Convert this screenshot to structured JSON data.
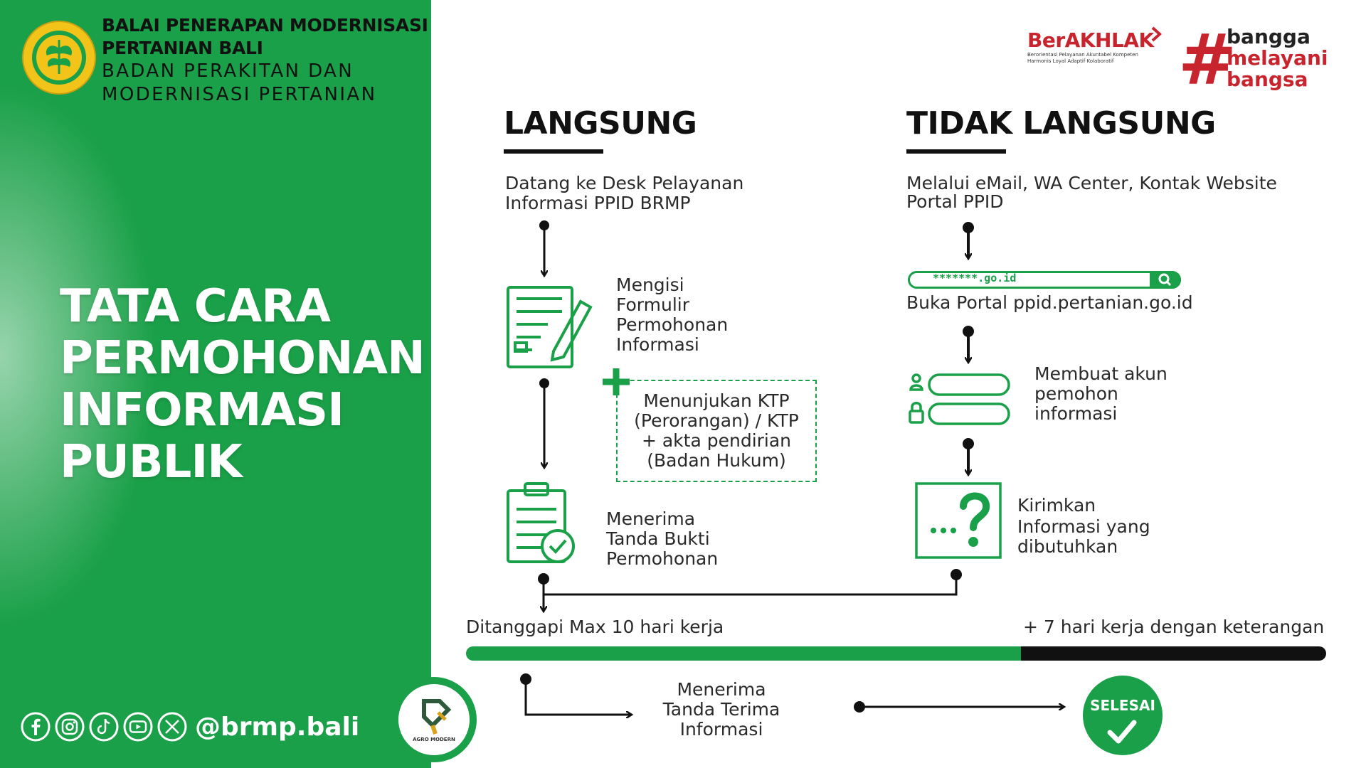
{
  "header": {
    "org_line_1": "BALAI PENERAPAN MODERNISASI",
    "org_line_2": "PERTANIAN BALI",
    "org_line_3": "BADAN PERAKITAN DAN",
    "org_line_4": "MODERNISASI PERTANIAN"
  },
  "title": {
    "line_1": "TATA CARA",
    "line_2": "PERMOHONAN",
    "line_3": "INFORMASI",
    "line_4": "PUBLIK"
  },
  "social": {
    "icons": [
      "facebook-icon",
      "instagram-icon",
      "tiktok-icon",
      "youtube-icon",
      "x-icon"
    ],
    "handle": "@brmp.bali"
  },
  "badges": {
    "agro_label": "AGRO MODERN",
    "berakhlak": "BerAKHLAK",
    "berakhlak_sub_1": "Berorientasi Pelayanan Akuntabel Kompeten",
    "berakhlak_sub_2": "Harmonis Loyal Adaptif Kolaboratif",
    "bangga_1": "bangga",
    "bangga_2": "melayani",
    "bangga_3": "bangsa"
  },
  "langsung": {
    "heading": "LANGSUNG",
    "step_1_line_1": "Datang ke Desk Pelayanan",
    "step_1_line_2": "Informasi PPID BRMP",
    "step_2_line_1": "Mengisi",
    "step_2_line_2": "Formulir",
    "step_2_line_3": "Permohonan",
    "step_2_line_4": "Informasi",
    "ktp_line_1": "Menunjukan KTP",
    "ktp_line_2": "(Perorangan) / KTP",
    "ktp_line_3": "+ akta pendirian",
    "ktp_line_4": "(Badan Hukum)",
    "step_3_line_1": "Menerima",
    "step_3_line_2": "Tanda Bukti",
    "step_3_line_3": "Permohonan"
  },
  "tidak_langsung": {
    "heading": "TIDAK LANGSUNG",
    "step_1_line_1": "Melalui eMail, WA Center, Kontak Website",
    "step_1_line_2": "Portal PPID",
    "search_text": "*******.go.id",
    "step_2": "Buka Portal ppid.pertanian.go.id",
    "step_3_line_1": "Membuat akun",
    "step_3_line_2": "pemohon",
    "step_3_line_3": "informasi",
    "step_4_line_1": "Kirimkan",
    "step_4_line_2": "Informasi yang",
    "step_4_line_3": "dibutuhkan"
  },
  "timeline": {
    "left_label": "Ditanggapi Max 10 hari kerja",
    "right_label": "+ 7 hari kerja dengan keterangan"
  },
  "final": {
    "receive_line_1": "Menerima",
    "receive_line_2": "Tanda Terima",
    "receive_line_3": "Informasi",
    "done_label": "SELESAI"
  },
  "colors": {
    "brand_green": "#1aa048",
    "accent_red": "#c8242e",
    "logo_yellow": "#f2c318"
  }
}
